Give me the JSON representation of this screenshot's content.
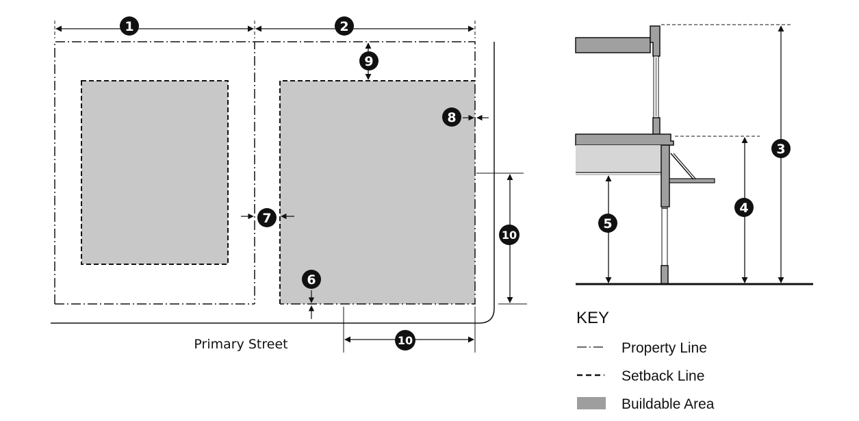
{
  "plan": {
    "street_label": "Primary Street",
    "markers": {
      "m1": "1",
      "m2": "2",
      "m6": "6",
      "m7": "7",
      "m8": "8",
      "m9": "9",
      "m10_vertical": "10",
      "m10_horizontal": "10"
    }
  },
  "section": {
    "markers": {
      "m3": "3",
      "m4": "4",
      "m5": "5"
    }
  },
  "key": {
    "title": "KEY",
    "items": [
      {
        "symbol": "property-line",
        "label": "Property Line"
      },
      {
        "symbol": "setback-line",
        "label": "Setback Line"
      },
      {
        "symbol": "buildable-area",
        "label": "Buildable Area"
      }
    ]
  },
  "colors": {
    "buildable_fill": "#c8c8c8",
    "key_swatch": "#9e9e9e",
    "section_fill": "#a0a0a0",
    "line": "#111111",
    "marker_fill": "#111111"
  }
}
